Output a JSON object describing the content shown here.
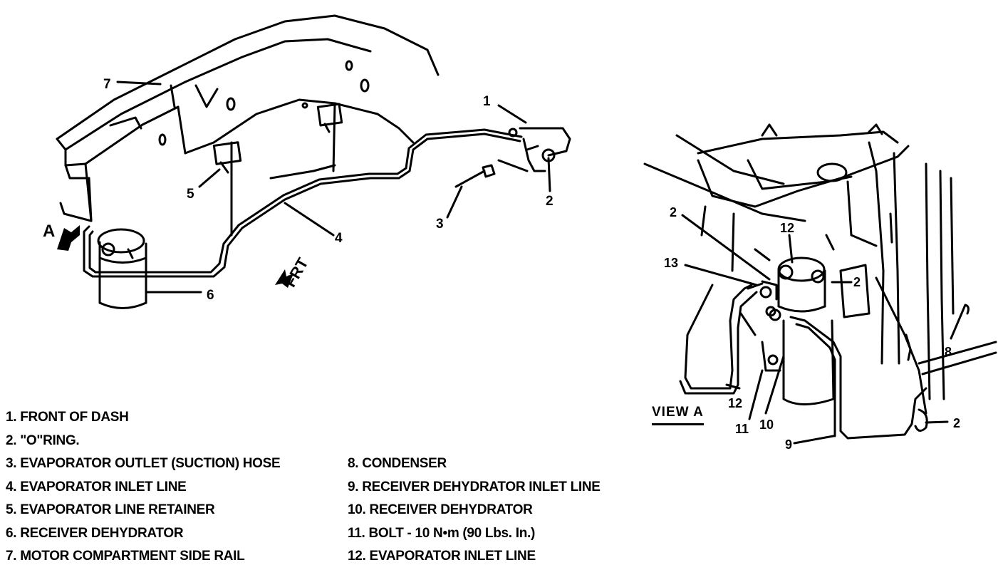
{
  "view_title": "VIEW A",
  "callouts_left": {
    "c1": "1",
    "c2": "2",
    "c3": "3",
    "c4": "4",
    "c5": "5",
    "c6": "6",
    "c7": "7",
    "arrow_a": "A",
    "arrow_frt": "FRT"
  },
  "callouts_right": {
    "c2a": "2",
    "c2b": "2",
    "c2c": "2",
    "c8": "8",
    "c9": "9",
    "c10": "10",
    "c11": "11",
    "c12a": "12",
    "c12b": "12",
    "c13": "13"
  },
  "legend_left": [
    "1. FRONT OF DASH",
    "2. \"O\"RING.",
    "3. EVAPORATOR OUTLET (SUCTION) HOSE",
    "4. EVAPORATOR INLET LINE",
    "5. EVAPORATOR LINE RETAINER",
    "6. RECEIVER DEHYDRATOR",
    "7. MOTOR COMPARTMENT SIDE RAIL"
  ],
  "legend_right": [
    "8. CONDENSER",
    "9. RECEIVER DEHYDRATOR INLET LINE",
    "10. RECEIVER DEHYDRATOR",
    "11. BOLT - 10 N•m (90 Lbs. In.)",
    "12. EVAPORATOR INLET LINE"
  ]
}
